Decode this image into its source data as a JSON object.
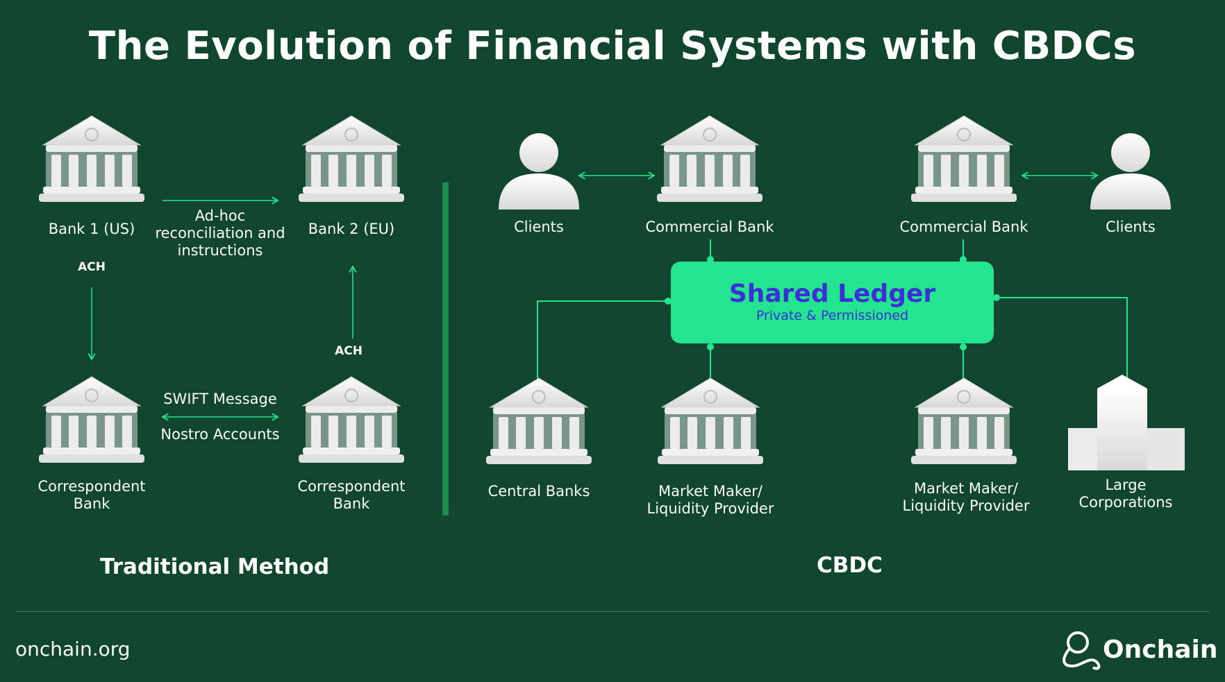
{
  "title": "The Evolution of Financial Systems with CBDCs",
  "traditional": {
    "section_label": "Traditional Method",
    "bank1": "Bank 1 (US)",
    "bank2": "Bank 2 (EU)",
    "correspondent_left": [
      "Correspondent",
      "Bank"
    ],
    "correspondent_right": [
      "Correspondent",
      "Bank"
    ],
    "adhoc": [
      "Ad-hoc",
      "reconciliation and",
      "instructions"
    ],
    "ach_left": "ACH",
    "ach_right": "ACH",
    "swift": "SWIFT Message",
    "nostro": "Nostro Accounts"
  },
  "cbdc": {
    "section_label": "CBDC",
    "clients_left": "Clients",
    "commercial_bank_left": "Commercial Bank",
    "commercial_bank_right": "Commercial Bank",
    "clients_right": "Clients",
    "ledger_title": "Shared Ledger",
    "ledger_subtitle": "Private & Permissioned",
    "central_banks": "Central Banks",
    "market_maker_left": [
      "Market Maker/",
      "Liquidity Provider"
    ],
    "market_maker_right": [
      "Market Maker/",
      "Liquidity Provider"
    ],
    "large_corporations": [
      "Large",
      "Corporations"
    ]
  },
  "footer": {
    "url": "onchain.org",
    "brand": "Onchain"
  },
  "colors": {
    "background": "#10462f",
    "accent": "#23e58f",
    "ledger_text": "#3b2fd6",
    "icon": "#f2f2f2"
  }
}
